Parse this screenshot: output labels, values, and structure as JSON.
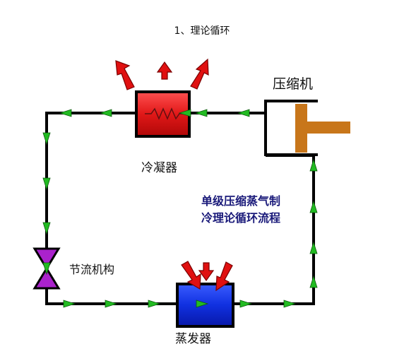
{
  "title": "1、理论循环",
  "labels": {
    "compressor": "压缩机",
    "condenser": "冷凝器",
    "expansion_valve": "节流机构",
    "evaporator": "蒸发器"
  },
  "caption": {
    "line1": "单级压缩蒸气制",
    "line2": "冷理论循环流程"
  },
  "colors": {
    "pipe": "#000000",
    "flow_arrow": "#22bb22",
    "condenser": "#e02020",
    "evaporator": "#1030e0",
    "heat_arrow": "#e01010",
    "compressor_piston": "#c8761a",
    "valve": "#aa22cc"
  },
  "icons": {
    "flow": "green-arrow-icon",
    "heat_out": "red-arrow-up-icon",
    "heat_in": "red-arrow-down-icon",
    "valve": "bowtie-valve-icon",
    "coil": "zigzag-coil-icon"
  }
}
